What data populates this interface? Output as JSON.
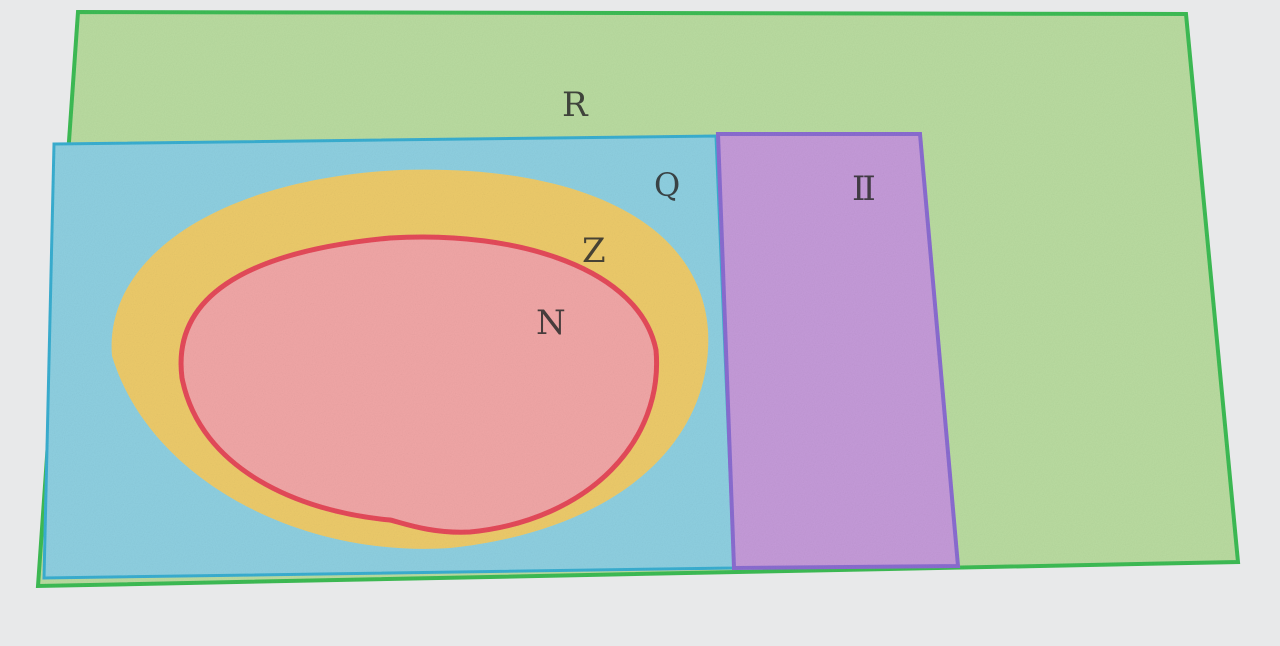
{
  "diagram": {
    "sets": [
      {
        "id": "R",
        "label": "R",
        "color": "#b9dba0"
      },
      {
        "id": "Q",
        "label": "Q",
        "color": "#8ecfe0"
      },
      {
        "id": "Z",
        "label": "Z",
        "color": "#ecca6a"
      },
      {
        "id": "N",
        "label": "N",
        "color": "#f0a6a6"
      },
      {
        "id": "II",
        "label": "II",
        "color": "#c49ad8"
      }
    ],
    "colors": {
      "paper": "#e8e9ea",
      "r_border": "#3dbb54",
      "q_border": "#3aaed0",
      "n_border": "#e44a5a",
      "ii_border": "#8a6cd0"
    }
  }
}
